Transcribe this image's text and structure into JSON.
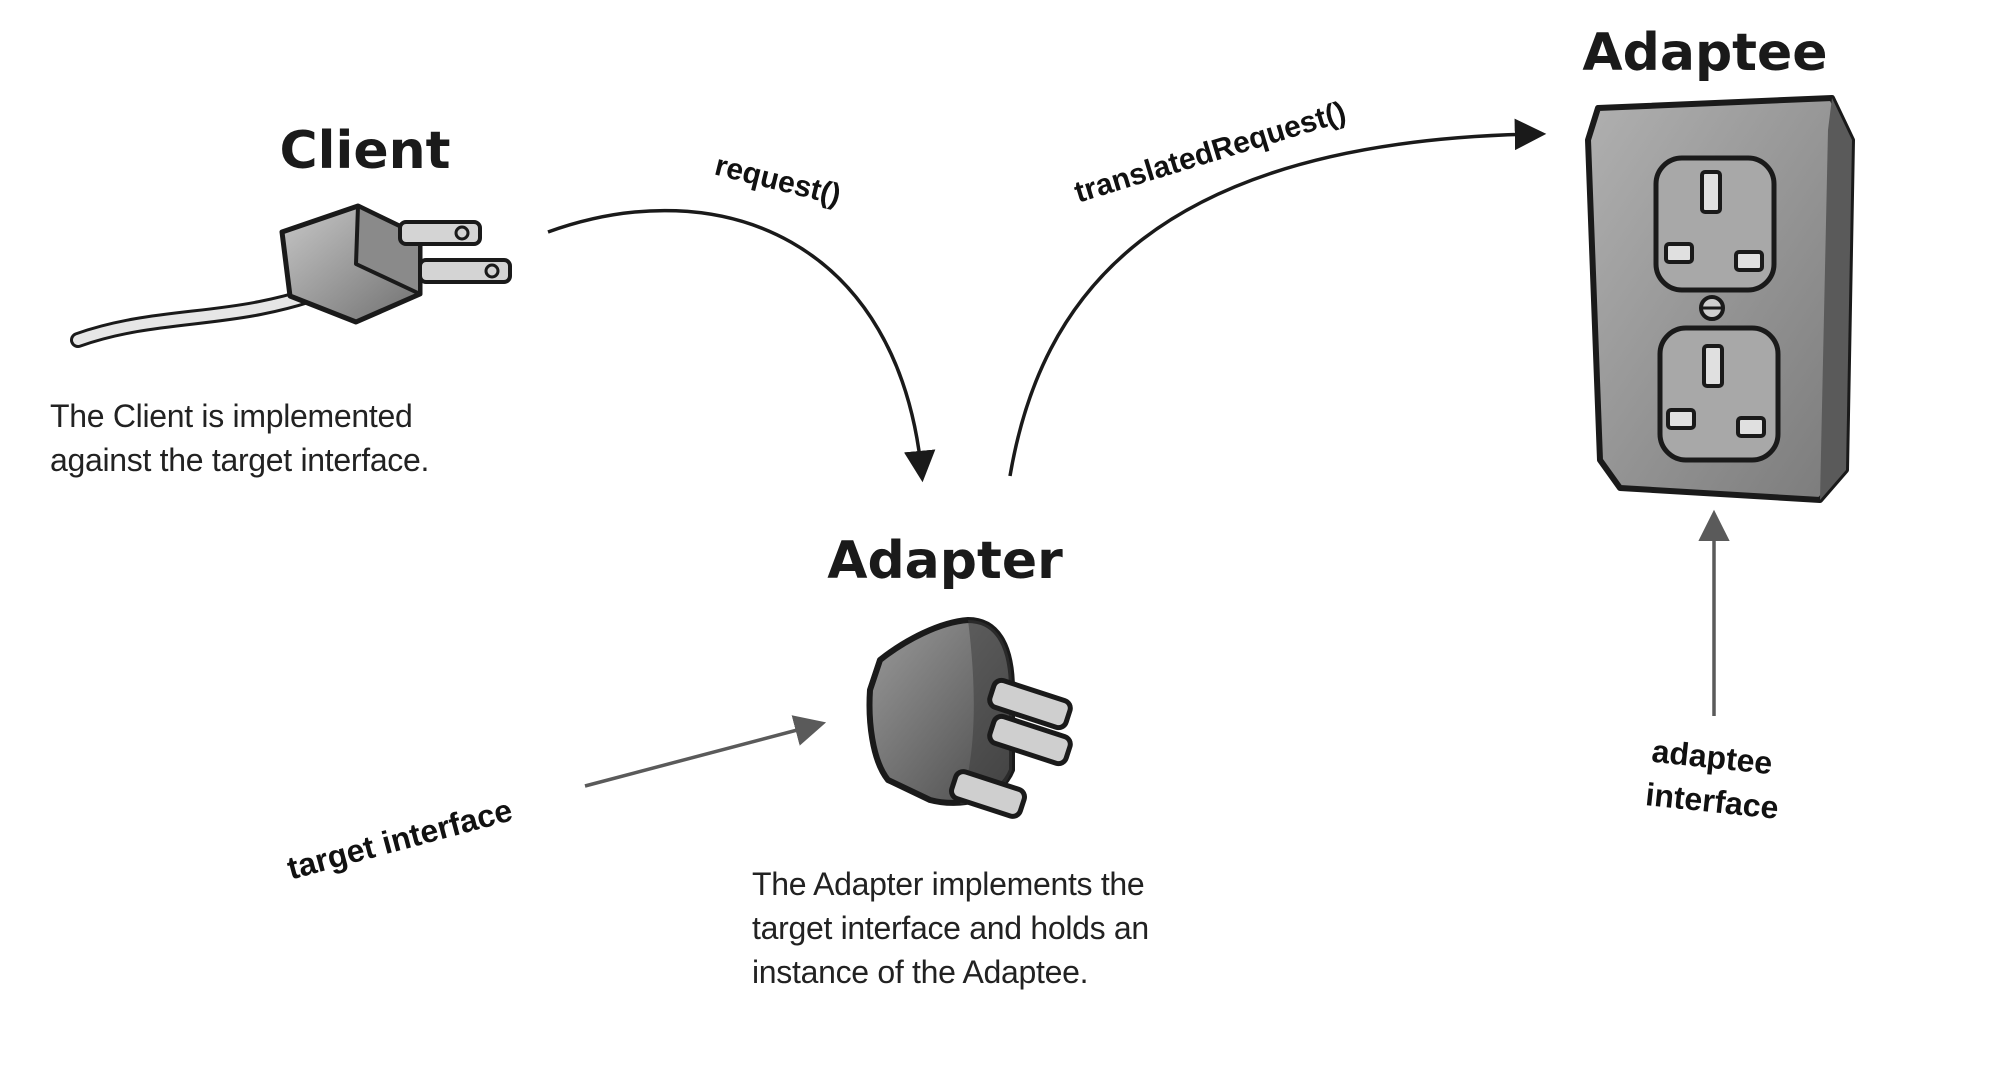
{
  "client": {
    "title": "Client",
    "caption": [
      "The Client is implemented",
      "against the target interface."
    ]
  },
  "adapter": {
    "title": "Adapter",
    "caption": [
      "The Adapter implements the",
      "target interface and holds an",
      "instance of the Adaptee."
    ]
  },
  "adaptee": {
    "title": "Adaptee"
  },
  "arrows": {
    "request": "request()",
    "translated_request": "translatedRequest()",
    "target_interface": "target interface",
    "adaptee_interface": [
      "adaptee",
      "interface"
    ]
  },
  "colors": {
    "ink": "#1a1a1a",
    "plug_gray": "#8c8c8c",
    "outlet_gray": "#9a9a9a",
    "arrow_gray": "#5a5a5a"
  }
}
